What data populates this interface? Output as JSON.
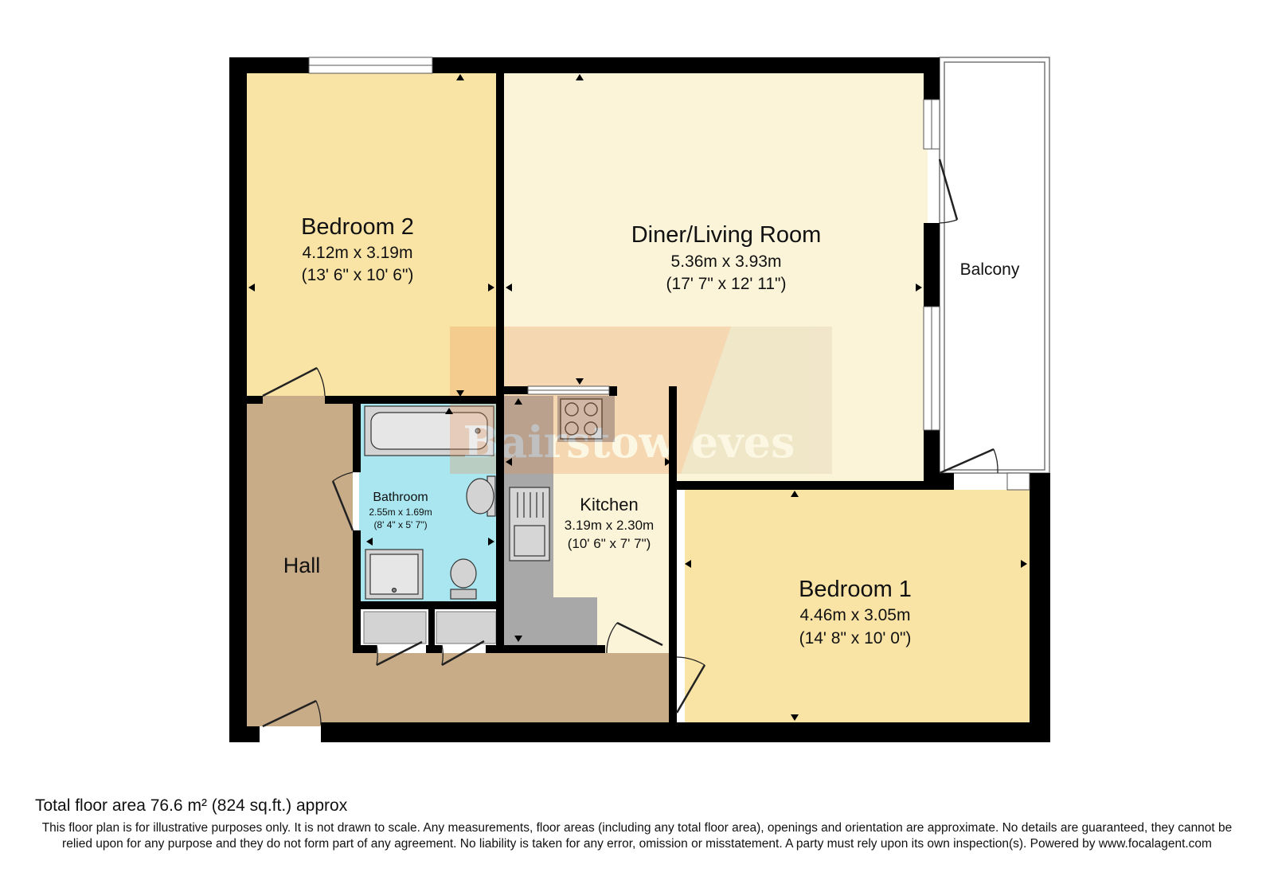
{
  "colors": {
    "wall": "#000000",
    "bedroom": "#f9e4a6",
    "living": "#fbf4d9",
    "kitchen": "#fbf4d9",
    "hall": "#c8ab87",
    "bathroom": "#a9e6f0",
    "worktop": "#a8a8a8",
    "fixture": "#d3d3d3",
    "watermark": "#e6a76e"
  },
  "rooms": {
    "bedroom2": {
      "name": "Bedroom 2",
      "metric": "4.12m x 3.19m",
      "imperial": "(13' 6\" x 10' 6\")"
    },
    "living": {
      "name": "Diner/Living Room",
      "metric": "5.36m x 3.93m",
      "imperial": "(17' 7\" x 12' 11\")"
    },
    "balcony": {
      "name": "Balcony"
    },
    "bathroom": {
      "name": "Bathroom",
      "metric": "2.55m x 1.69m",
      "imperial": "(8' 4\" x 5' 7\")"
    },
    "kitchen": {
      "name": "Kitchen",
      "metric": "3.19m x 2.30m",
      "imperial": "(10' 6\" x 7' 7\")"
    },
    "hall": {
      "name": "Hall"
    },
    "bedroom1": {
      "name": "Bedroom 1",
      "metric": "4.46m x 3.05m",
      "imperial": "(14' 8\" x 10' 0\")"
    }
  },
  "watermark": {
    "text": "Bairstow eves",
    "logo": "bairstow-eves-watermark"
  },
  "footer": {
    "total_area": "Total floor area 76.6 m² (824 sq.ft.) approx",
    "disclaimer": "This floor plan is for illustrative purposes only. It is not drawn to scale. Any measurements, floor areas (including any total floor area), openings and orientation are approximate. No details are guaranteed, they cannot be relied upon for any purpose and they do not form part of any agreement. No liability is taken for any error, omission or misstatement. A party must rely upon its own inspection(s). Powered by www.focalagent.com"
  }
}
